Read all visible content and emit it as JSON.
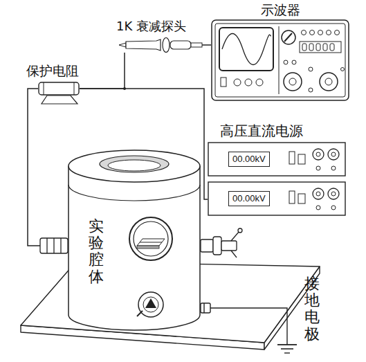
{
  "diagram": {
    "nodes": [
      {
        "text": [
          "示波器"
        ]
      },
      {
        "text": [
          "1K 衰减探头"
        ]
      },
      {
        "text": [
          "保护电阻"
        ]
      },
      {
        "text": [
          "高压直流电源",
          "00.00kV"
        ]
      },
      {
        "text": [
          "00.00kV"
        ]
      },
      {
        "text": [
          "实验腔体"
        ]
      }
    ],
    "edges": [
      {
        "from": 1,
        "to": 0,
        "arrow": "none"
      },
      {
        "from": 2,
        "to": 1,
        "arrow": "none"
      },
      {
        "from": 2,
        "to": 4,
        "arrow": "none"
      },
      {
        "from": 2,
        "to": 5,
        "arrow": "none"
      }
    ],
    "labels": [
      "接地电极"
    ]
  }
}
